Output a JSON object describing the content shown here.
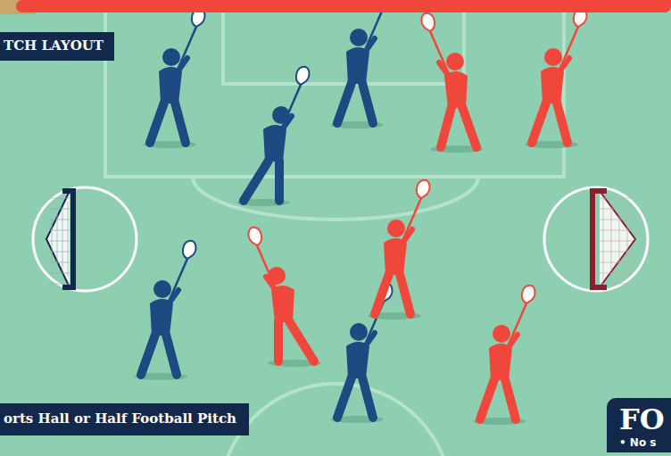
{
  "diagram": {
    "nodes": [
      {
        "text": [
          "TCH LAYOUT"
        ]
      },
      {
        "text": [
          "orts Hall or Half Football Pitch"
        ]
      },
      {
        "text": [
          "FO",
          "• No s"
        ]
      }
    ]
  }
}
